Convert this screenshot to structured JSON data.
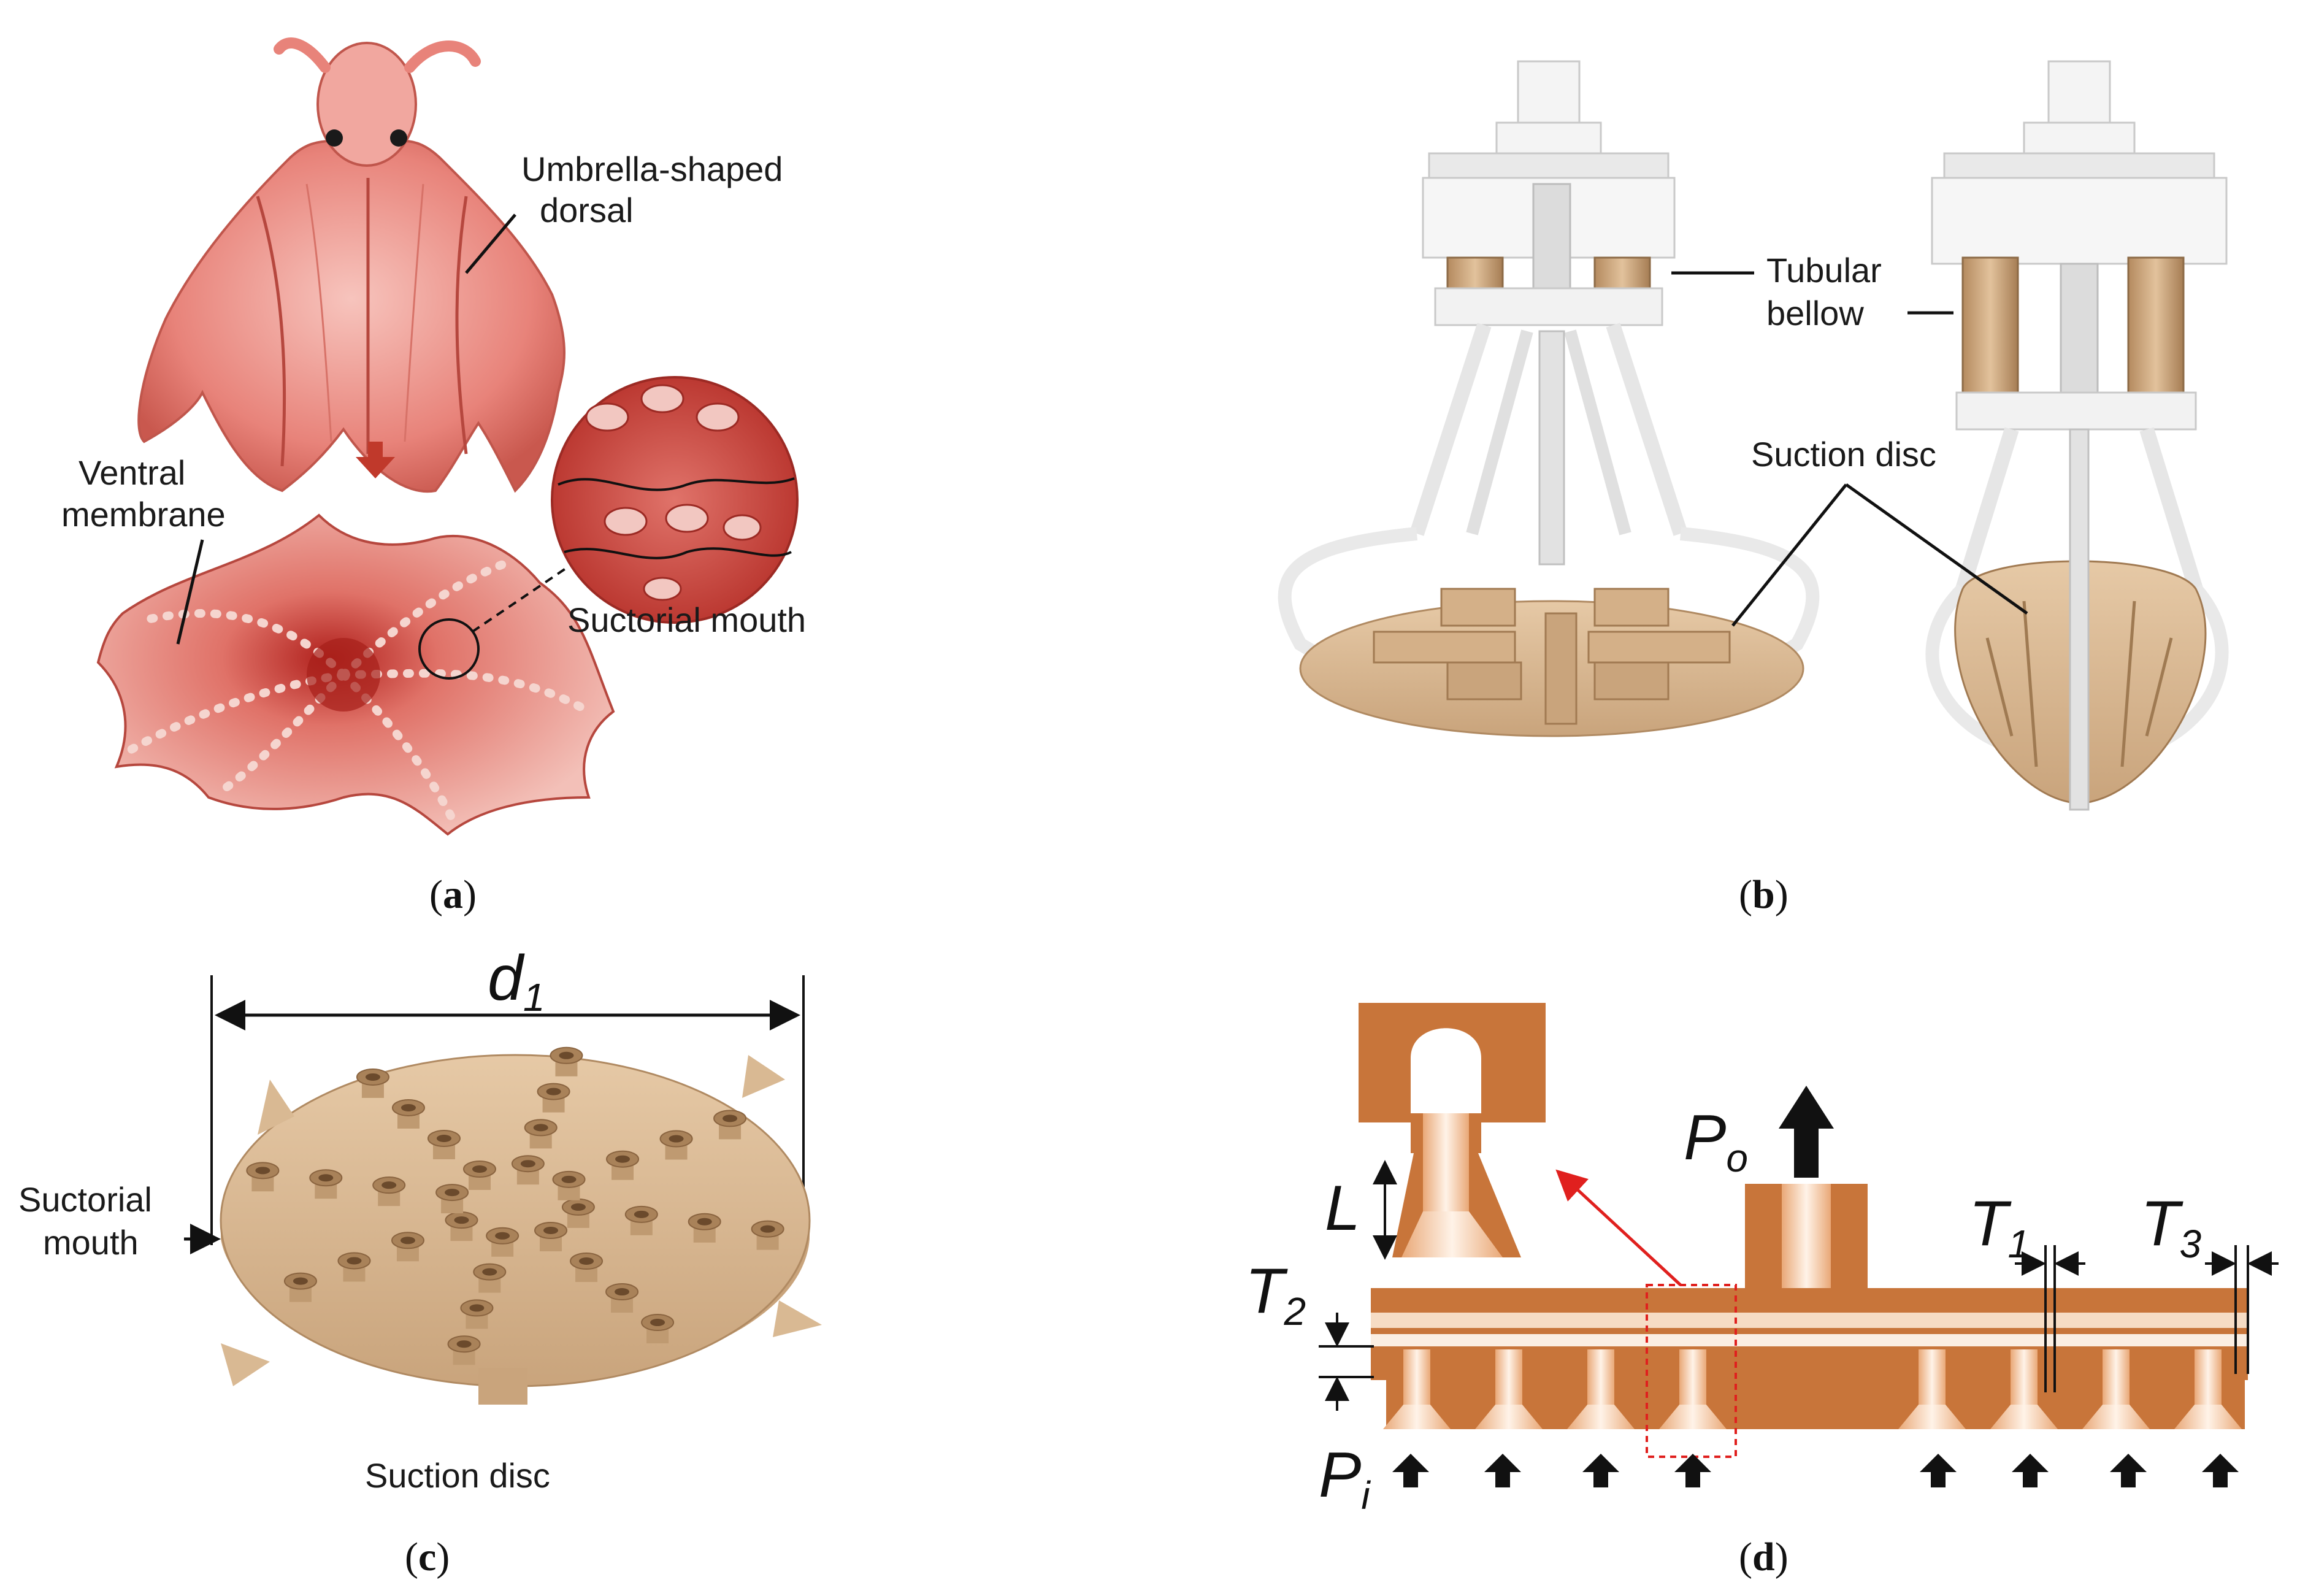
{
  "panel_a": {
    "label_umbrella": [
      "Umbrella-shaped",
      "dorsal"
    ],
    "label_ventral": [
      "Ventral",
      "membrane"
    ],
    "label_suctorial": "Suctorial mouth",
    "caption": "a"
  },
  "panel_b": {
    "label_bellow": [
      "Tubular",
      "bellow"
    ],
    "label_disc": "Suction disc",
    "caption": "b"
  },
  "panel_c": {
    "label_d": "d",
    "label_d_sub": "1",
    "label_suctorial": [
      "Suctorial",
      "mouth"
    ],
    "label_disc": "Suction disc",
    "caption": "c"
  },
  "panel_d": {
    "L": "L",
    "Po": "P",
    "Po_sub": "o",
    "T1": "T",
    "T1_sub": "1",
    "T2": "T",
    "T2_sub": "2",
    "T3": "T",
    "T3_sub": "3",
    "Pi": "P",
    "Pi_sub": "i",
    "caption": "d"
  },
  "colors": {
    "octopus": "#e8837a",
    "octopus_dark": "#c0392b",
    "disc": "#d8b792",
    "gripper_frame": "#eeeeee",
    "section": "#c8753a",
    "section_light": "#f6dcc4",
    "arrow_red": "#e0201e"
  }
}
